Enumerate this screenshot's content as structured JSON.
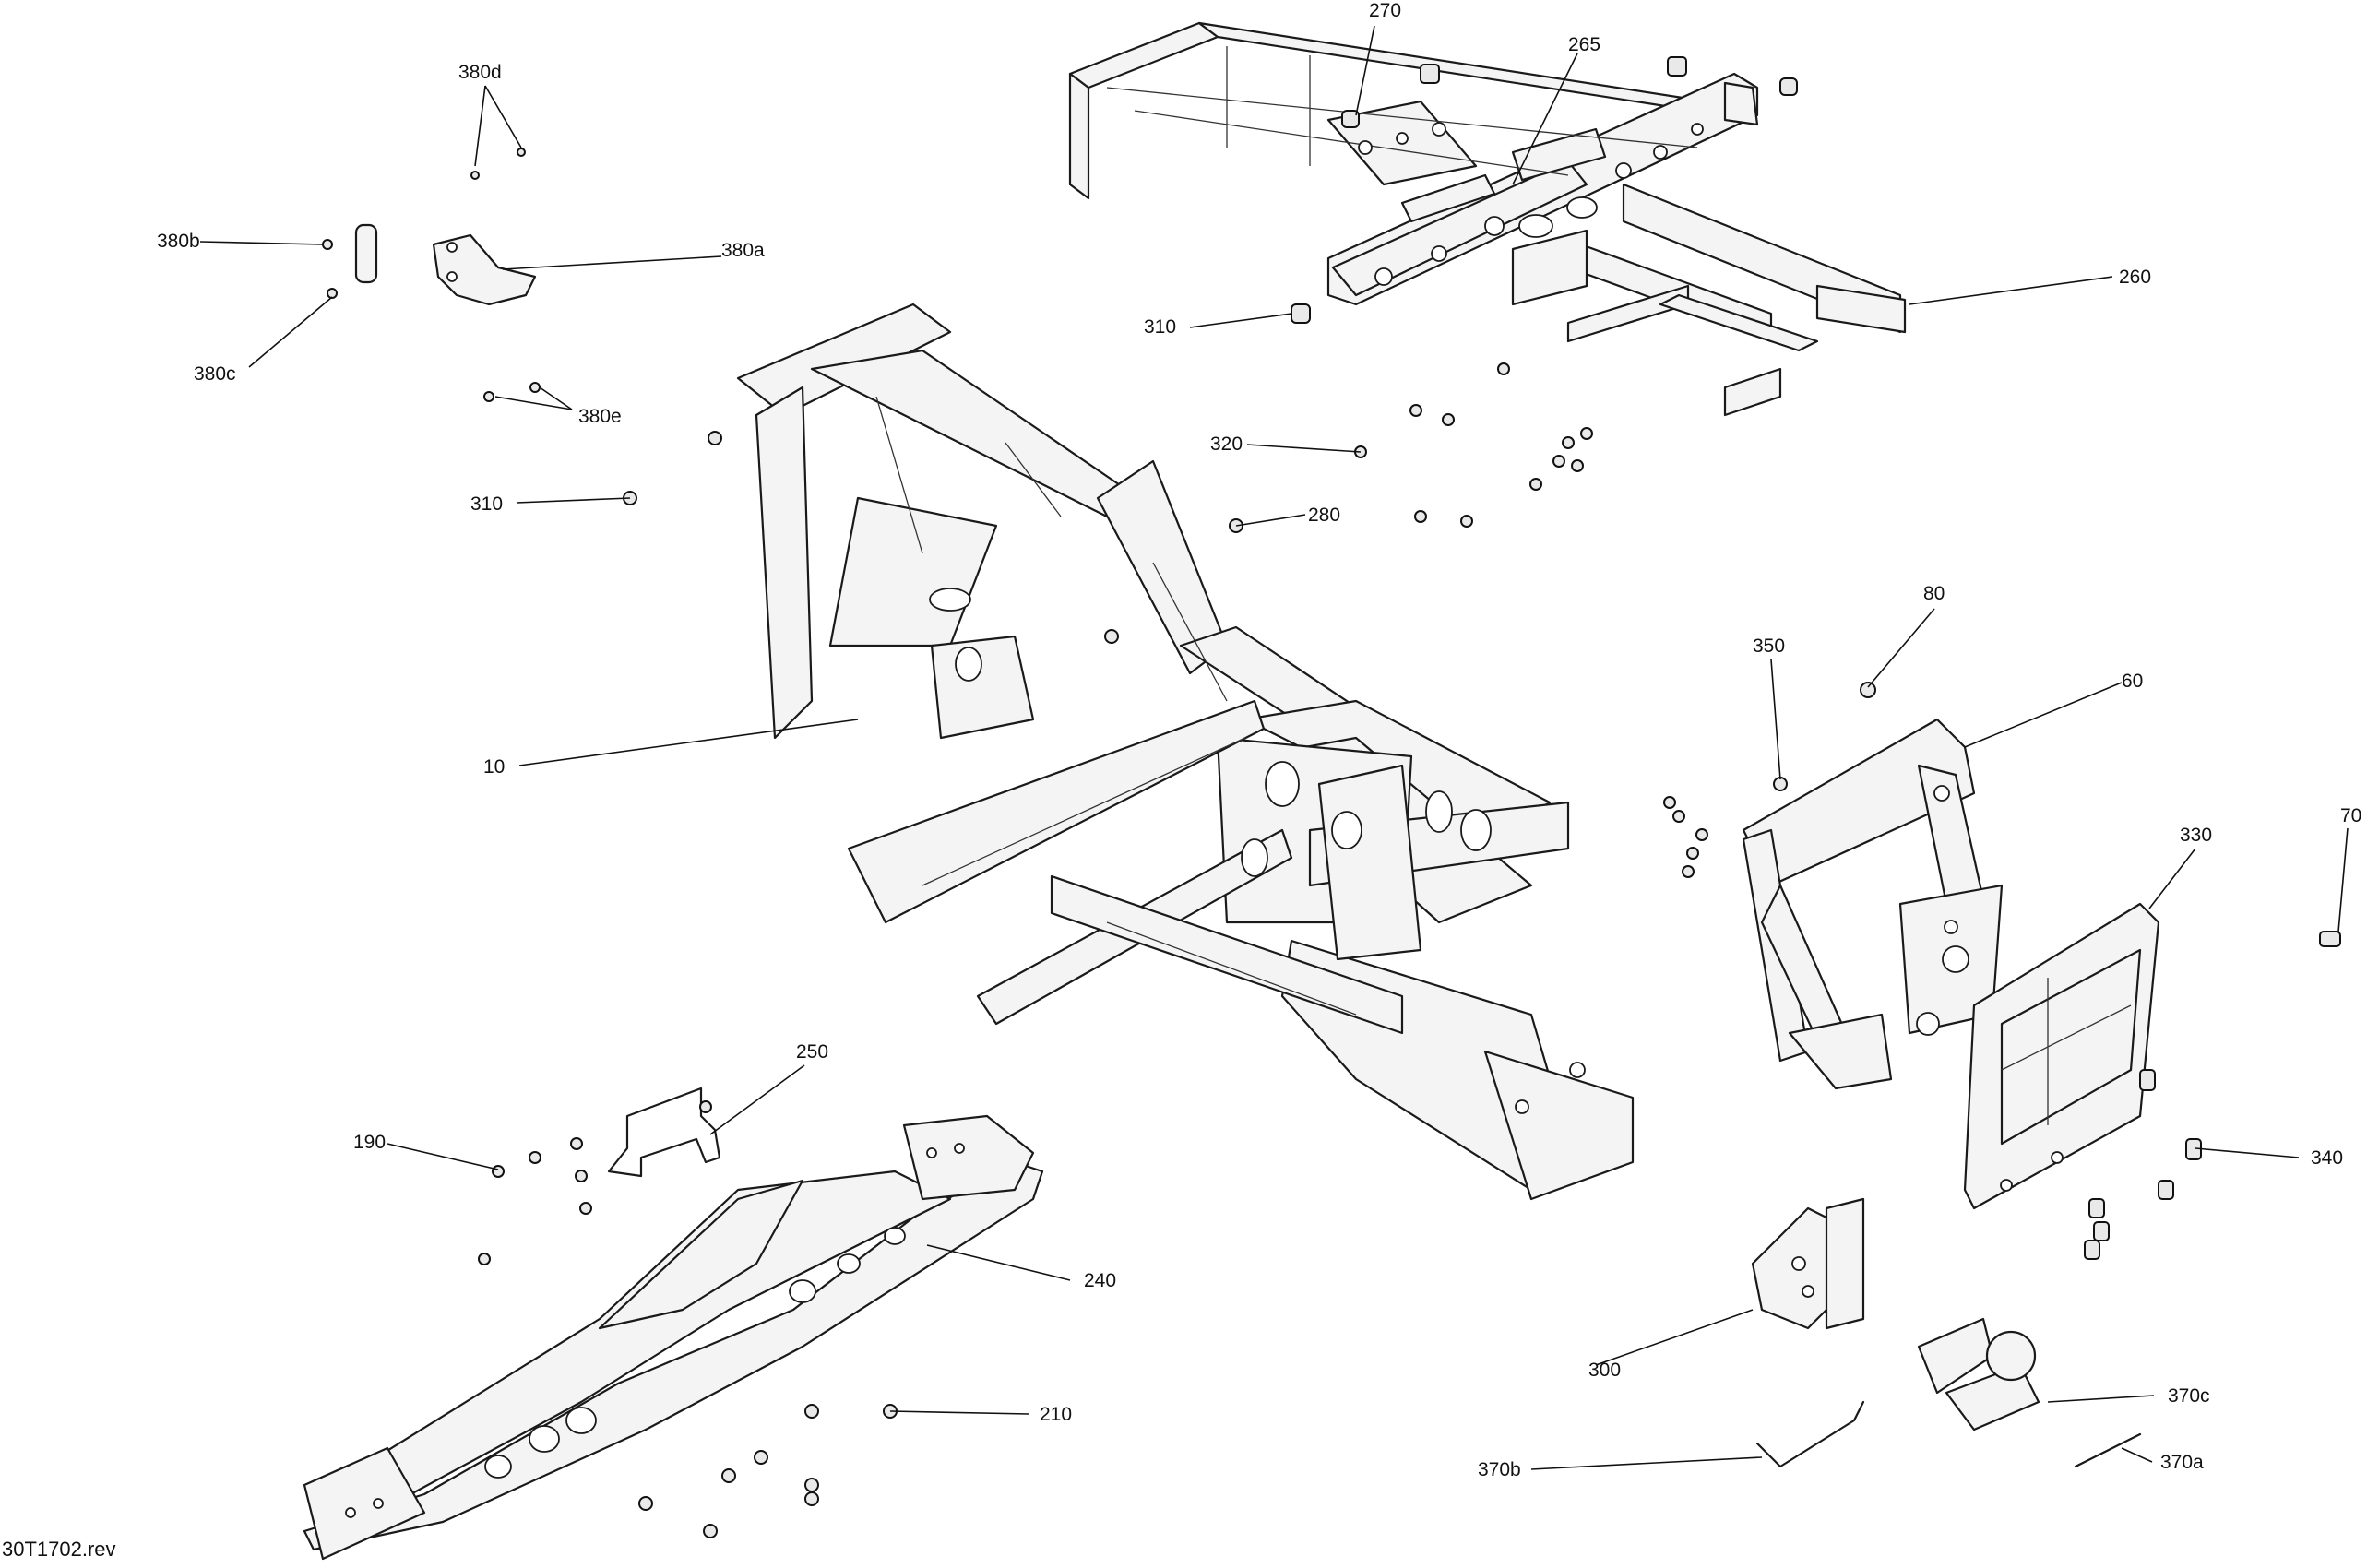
{
  "document": {
    "reference": "30T1702.rev"
  },
  "callouts": [
    {
      "id": "c270",
      "label": "270"
    },
    {
      "id": "c265",
      "label": "265"
    },
    {
      "id": "c260",
      "label": "260"
    },
    {
      "id": "c310a",
      "label": "310"
    },
    {
      "id": "c320",
      "label": "320"
    },
    {
      "id": "c280",
      "label": "280"
    },
    {
      "id": "c310b",
      "label": "310"
    },
    {
      "id": "c380d",
      "label": "380d"
    },
    {
      "id": "c380b",
      "label": "380b"
    },
    {
      "id": "c380a",
      "label": "380a"
    },
    {
      "id": "c380c",
      "label": "380c"
    },
    {
      "id": "c380e",
      "label": "380e"
    },
    {
      "id": "c10",
      "label": "10"
    },
    {
      "id": "c80",
      "label": "80"
    },
    {
      "id": "c350",
      "label": "350"
    },
    {
      "id": "c60",
      "label": "60"
    },
    {
      "id": "c330",
      "label": "330"
    },
    {
      "id": "c70",
      "label": "70"
    },
    {
      "id": "c340",
      "label": "340"
    },
    {
      "id": "c250",
      "label": "250"
    },
    {
      "id": "c190",
      "label": "190"
    },
    {
      "id": "c240",
      "label": "240"
    },
    {
      "id": "c210",
      "label": "210"
    },
    {
      "id": "c300",
      "label": "300"
    },
    {
      "id": "c370c",
      "label": "370c"
    },
    {
      "id": "c370b",
      "label": "370b"
    },
    {
      "id": "c370a",
      "label": "370a"
    }
  ]
}
